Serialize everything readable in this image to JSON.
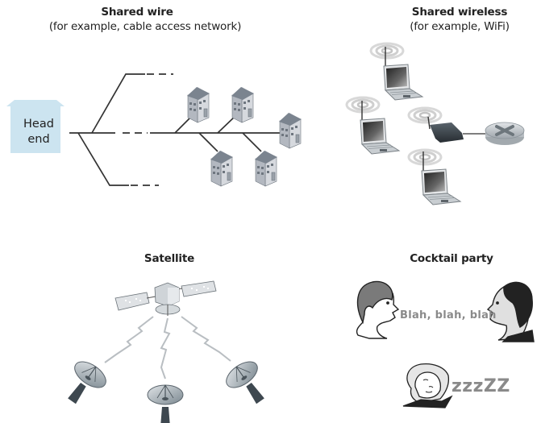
{
  "panels": {
    "shared_wire": {
      "title": "Shared wire",
      "subtitle": "(for example, cable access network)",
      "head_end_line1": "Head",
      "head_end_line2": "end",
      "house_count": 5
    },
    "shared_wireless": {
      "title": "Shared wireless",
      "subtitle": "(for example, WiFi)",
      "laptop_count": 3,
      "access_point_count": 1,
      "router_count": 1
    },
    "satellite": {
      "title": "Satellite",
      "dish_count": 3
    },
    "cocktail_party": {
      "title": "Cocktail party",
      "speech": "Blah, blah, blah",
      "sleep": "zzzZZ"
    }
  },
  "colors": {
    "head_end_fill": "#cce4f0",
    "wire": "#333333",
    "house_body": "#c9ccd3",
    "house_roof": "#7d8590",
    "device_dark": "#3e464d",
    "speech_text": "#8a8a8a"
  }
}
